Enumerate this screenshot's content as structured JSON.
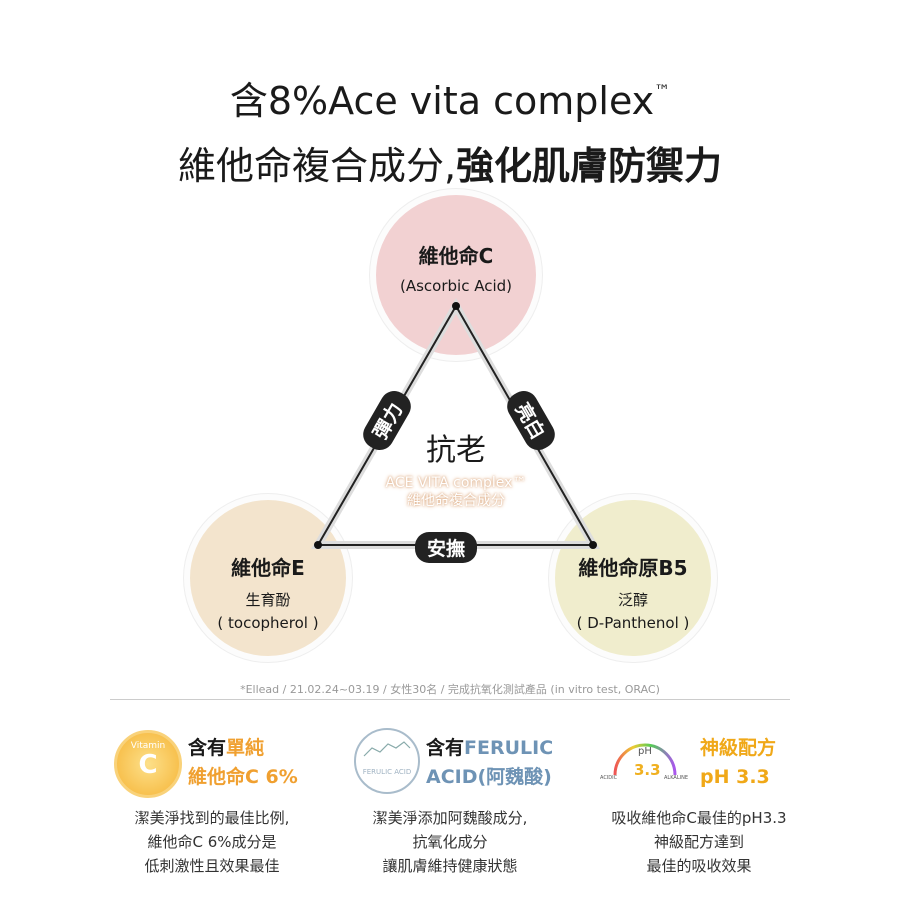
{
  "title": {
    "line1": "含8%Ace vita complex",
    "tm": "™",
    "line2_regular": "維他命複合成分,",
    "line2_bold": "強化肌膚防禦力"
  },
  "diagram": {
    "top": {
      "title": "維他命C",
      "subtitle": "(Ascorbic Acid)",
      "color": "#f2d1d2"
    },
    "left": {
      "title": "維他命E",
      "sub1": "生育酚",
      "sub2": "( tocopherol )",
      "color": "#f3e4cd"
    },
    "right": {
      "title": "維他命原B5",
      "sub1": "泛醇",
      "sub2": "( D-Panthenol )",
      "color": "#f0edcd"
    },
    "edge_left": "彈力",
    "edge_right": "亮白",
    "edge_bottom": "安撫",
    "center": "抗老",
    "center_sub1": "ACE VITA complex™",
    "center_sub2": "維他命複合成分"
  },
  "footnote": "*Ellead / 21.02.24~03.19 / 女性30名 / 完成抗氧化測試產品 (in vitro test, ORAC)",
  "features": [
    {
      "icon_text": "Vitamin",
      "icon_letter": "C",
      "head1_dark": "含有",
      "head1_accent": "單純",
      "head2": "維他命C 6%",
      "desc": [
        "潔美淨找到的最佳比例,",
        "維他命C 6%成分是",
        "低刺激性且效果最佳"
      ],
      "accent": "#f0a030"
    },
    {
      "icon_text": "FERULIC ACID",
      "head1_dark": "含有",
      "head1_accent": "FERULIC",
      "head2": "ACID(阿魏酸)",
      "desc": [
        "潔美淨添加阿魏酸成分,",
        "抗氧化成分",
        "讓肌膚維持健康狀態"
      ],
      "accent": "#6e93b5"
    },
    {
      "icon_label": "pH",
      "icon_value": "3.3",
      "icon_left": "ACIDIC",
      "icon_right": "ALKALINE",
      "head1": "神級配方",
      "head2": "pH 3.3",
      "desc": [
        "吸收維他命C最佳的pH3.3",
        "神級配方達到",
        "最佳的吸收效果"
      ],
      "accent": "#f0a818"
    }
  ]
}
